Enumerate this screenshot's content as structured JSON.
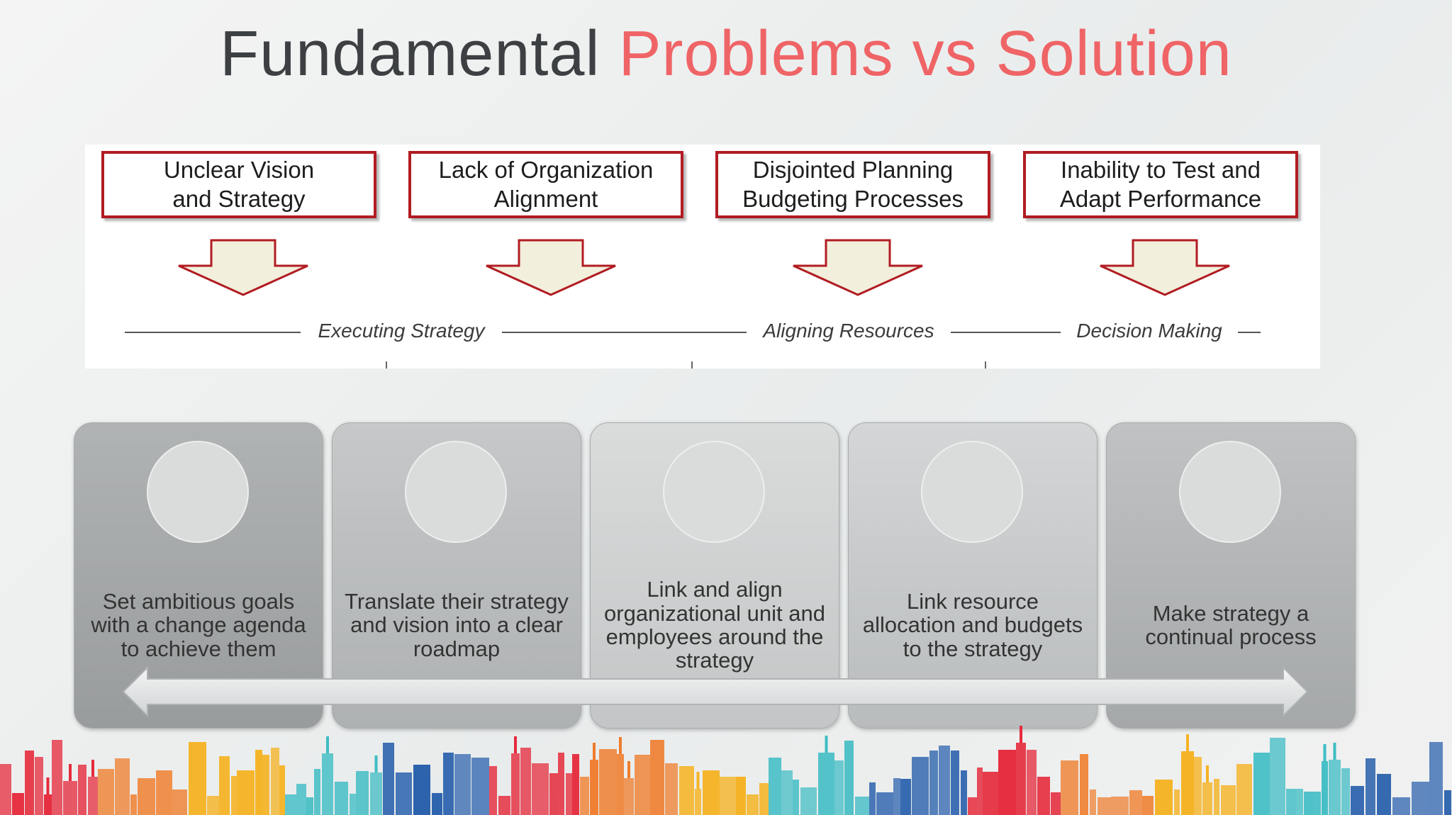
{
  "title": {
    "part1": "Fundamental",
    "part2": "Problems vs Solution"
  },
  "colors": {
    "title_dark": "#3d4043",
    "title_accent": "#ef6466",
    "problem_border": "#b11c22",
    "arrow_fill": "#f2efdc",
    "arrow_stroke": "#b11c22"
  },
  "problems": [
    {
      "label": "Unclear Vision\nand Strategy"
    },
    {
      "label": "Lack of Organization\nAlignment"
    },
    {
      "label": "Disjointed Planning\nBudgeting Processes"
    },
    {
      "label": "Inability to Test and\nAdapt Performance"
    }
  ],
  "categories": [
    "Executing Strategy",
    "Aligning Resources",
    "Decision Making"
  ],
  "solutions": [
    {
      "text": "Set ambitious goals\nwith a change agenda\nto achieve them"
    },
    {
      "text": "Translate their strategy\nand vision into a clear\nroadmap"
    },
    {
      "text": "Link and align\norganizational unit and\nemployees around the\nstrategy"
    },
    {
      "text": "Link resource\nallocation and budgets\nto the strategy"
    },
    {
      "text": "Make strategy a\ncontinual process"
    }
  ],
  "icons": {
    "down_arrow": "down-arrow-icon",
    "double_arrow": "double-arrow-icon",
    "skyline": "city-skyline-decoration"
  },
  "skyline_colors": [
    "#e52b3c",
    "#ef7d2d",
    "#f5b324",
    "#3fbcc4",
    "#2d63ad"
  ]
}
